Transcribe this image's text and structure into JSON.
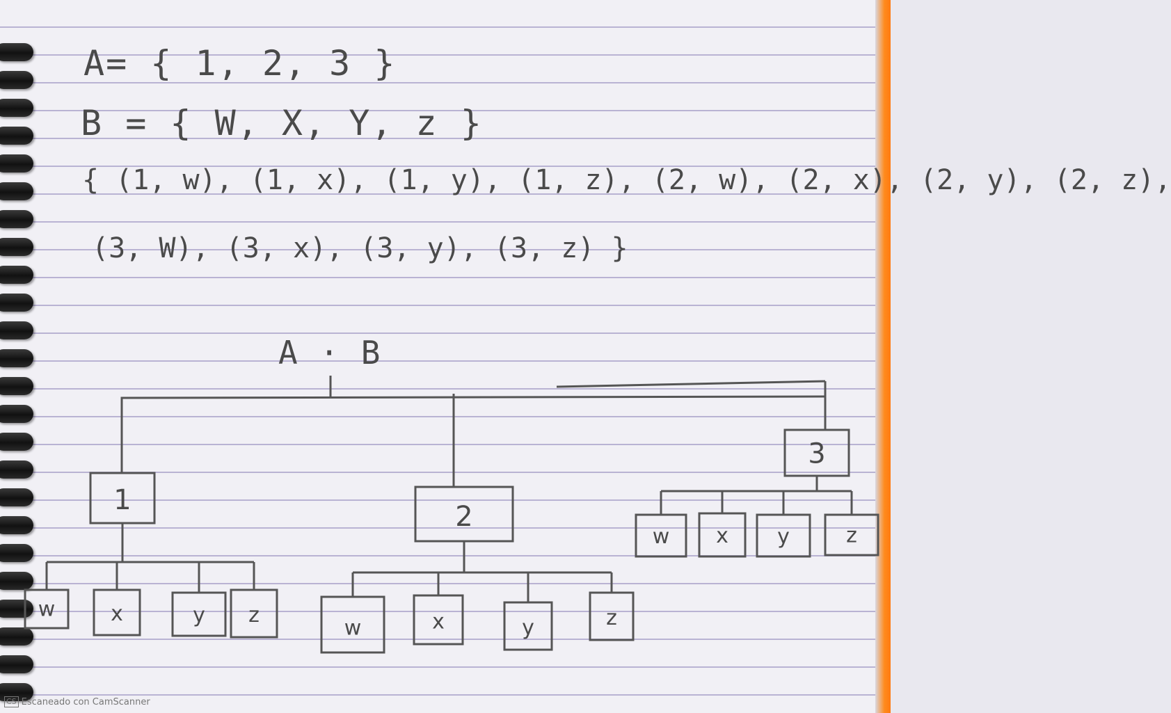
{
  "notes": {
    "set_a": "A= { 1, 2, 3 }",
    "set_b": "B = { W, X, Y, z }",
    "product_line1": "{ (1, w), (1, x), (1, y), (1, z), (2, w), (2, x), (2, y), (2, z),",
    "product_line2": "(3, W), (3, x), (3, y), (3, z) }",
    "diagram_title": "A · B"
  },
  "tree": {
    "parents": [
      "1",
      "2",
      "3"
    ],
    "children": {
      "1": [
        "w",
        "x",
        "y",
        "z"
      ],
      "2": [
        "w",
        "x",
        "y",
        "z"
      ],
      "3": [
        "w",
        "x",
        "y",
        "z"
      ]
    }
  },
  "watermark": {
    "logo": "CS",
    "text": "Escaneado con CamScanner"
  },
  "colors": {
    "ink": "#4a4a4a",
    "ruled_line": "#b9b3d3",
    "page_edge": "#ff7a10"
  }
}
